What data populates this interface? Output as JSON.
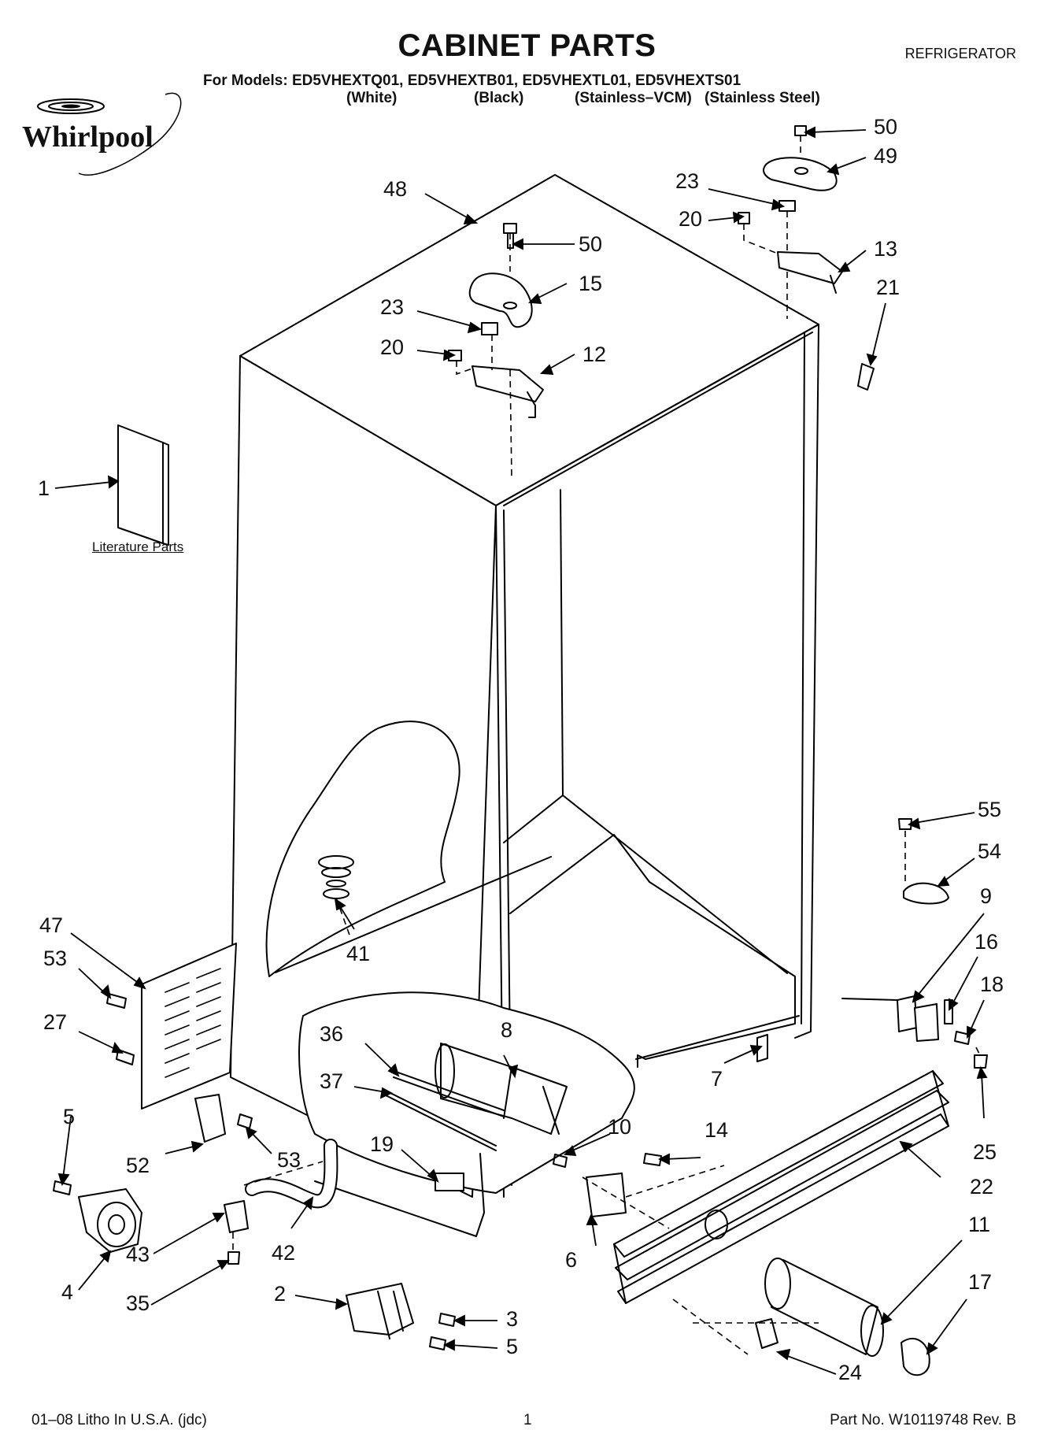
{
  "header": {
    "title": "CABINET PARTS",
    "category": "REFRIGERATOR",
    "models_line": "For Models: ED5VHEXTQ01, ED5VHEXTB01, ED5VHEXTL01, ED5VHEXTS01",
    "variants": [
      "(White)",
      "(Black)",
      "(Stainless–VCM)",
      "(Stainless Steel)"
    ]
  },
  "brand": {
    "logo_text": "Whirlpool"
  },
  "literature_caption": "Literature Parts",
  "callouts": [
    {
      "id": "c1",
      "label": "1"
    },
    {
      "id": "c2",
      "label": "2"
    },
    {
      "id": "c3",
      "label": "3"
    },
    {
      "id": "c4",
      "label": "4"
    },
    {
      "id": "c5a",
      "label": "5"
    },
    {
      "id": "c5b",
      "label": "5"
    },
    {
      "id": "c6",
      "label": "6"
    },
    {
      "id": "c7",
      "label": "7"
    },
    {
      "id": "c8",
      "label": "8"
    },
    {
      "id": "c9",
      "label": "9"
    },
    {
      "id": "c10",
      "label": "10"
    },
    {
      "id": "c11",
      "label": "11"
    },
    {
      "id": "c12",
      "label": "12"
    },
    {
      "id": "c13",
      "label": "13"
    },
    {
      "id": "c14",
      "label": "14"
    },
    {
      "id": "c15",
      "label": "15"
    },
    {
      "id": "c16",
      "label": "16"
    },
    {
      "id": "c17",
      "label": "17"
    },
    {
      "id": "c18",
      "label": "18"
    },
    {
      "id": "c19",
      "label": "19"
    },
    {
      "id": "c20a",
      "label": "20"
    },
    {
      "id": "c20b",
      "label": "20"
    },
    {
      "id": "c21",
      "label": "21"
    },
    {
      "id": "c22",
      "label": "22"
    },
    {
      "id": "c23a",
      "label": "23"
    },
    {
      "id": "c23b",
      "label": "23"
    },
    {
      "id": "c24",
      "label": "24"
    },
    {
      "id": "c25",
      "label": "25"
    },
    {
      "id": "c27",
      "label": "27"
    },
    {
      "id": "c35",
      "label": "35"
    },
    {
      "id": "c36",
      "label": "36"
    },
    {
      "id": "c37",
      "label": "37"
    },
    {
      "id": "c41",
      "label": "41"
    },
    {
      "id": "c42",
      "label": "42"
    },
    {
      "id": "c43",
      "label": "43"
    },
    {
      "id": "c47",
      "label": "47"
    },
    {
      "id": "c48",
      "label": "48"
    },
    {
      "id": "c49",
      "label": "49"
    },
    {
      "id": "c50a",
      "label": "50"
    },
    {
      "id": "c50b",
      "label": "50"
    },
    {
      "id": "c52",
      "label": "52"
    },
    {
      "id": "c53a",
      "label": "53"
    },
    {
      "id": "c53b",
      "label": "53"
    },
    {
      "id": "c54",
      "label": "54"
    },
    {
      "id": "c55",
      "label": "55"
    }
  ],
  "footer": {
    "left": "01–08 Litho In U.S.A. (jdc)",
    "center": "1",
    "right": "Part No. W10119748 Rev. B"
  }
}
